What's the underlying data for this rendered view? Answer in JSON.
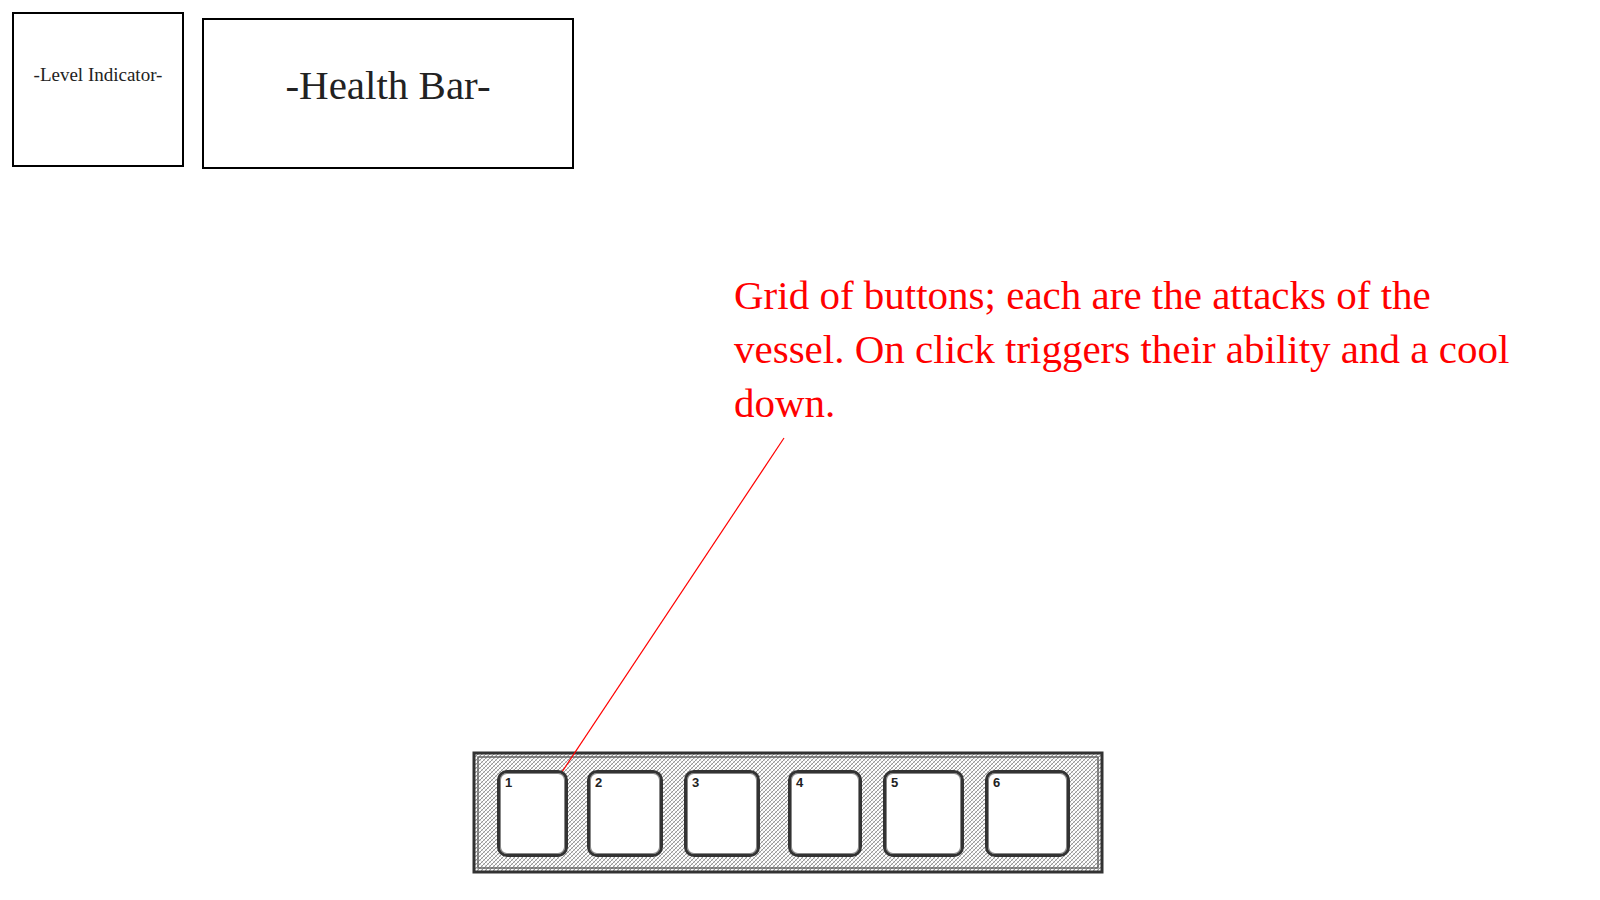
{
  "diagram": {
    "nodes": [
      {
        "text": [
          "-Level Indicator-"
        ]
      },
      {
        "text": [
          "-Health Bar-"
        ]
      },
      {
        "text": [
          "1"
        ]
      },
      {
        "text": [
          "2"
        ]
      },
      {
        "text": [
          "3"
        ]
      },
      {
        "text": [
          "4"
        ]
      },
      {
        "text": [
          "5"
        ]
      },
      {
        "text": [
          "6"
        ]
      }
    ],
    "labels": [
      "Grid of buttons; each are the attacks of the vessel. On click triggers their ability and a cool down."
    ]
  }
}
